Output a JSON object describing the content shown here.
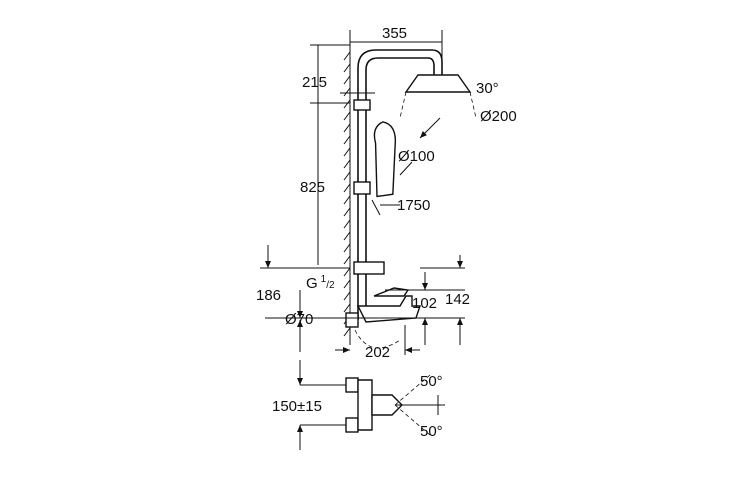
{
  "drawing": {
    "dimensions": {
      "arm_length": "355",
      "head_height": "215",
      "head_angle": "30°",
      "head_diameter": "Ø200",
      "hand_shower_diameter": "Ø100",
      "rail_length": "825",
      "hose_length": "1750",
      "thread": "G",
      "thread_fraction_num": "1",
      "thread_fraction_den": "2",
      "mixer_height": "186",
      "spout_height": "102",
      "lever_height": "142",
      "escutcheon_diameter": "Ø70",
      "spout_projection": "202",
      "lever_angle_top": "50°",
      "centers": "150±15",
      "lever_angle_bottom": "50°"
    }
  }
}
